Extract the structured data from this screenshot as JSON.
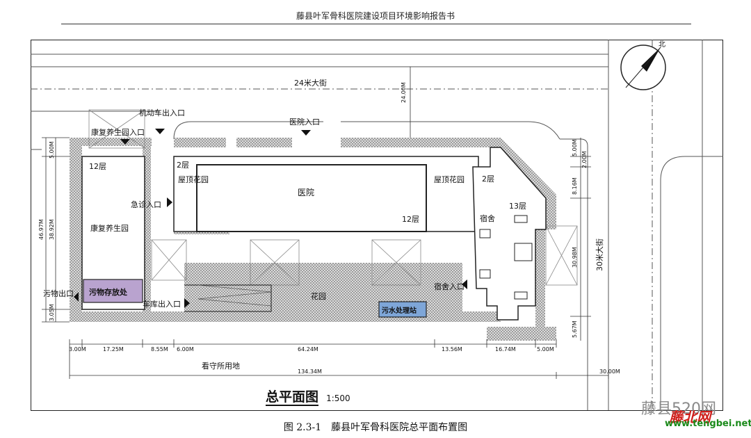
{
  "header": {
    "title": "藤县叶军骨科医院建设项目环境影响报告书"
  },
  "street_top": "24米大街",
  "street_right": "30米大街",
  "north": "北",
  "entrances": {
    "vehicle": "机动车出入口",
    "rehab": "康复养生园入口",
    "hospital": "医院入口",
    "emergency": "急诊入口",
    "waste_exit": "污物出口",
    "parking": "车库出入口",
    "dorm": "宿舍入口"
  },
  "floors": {
    "f12_left": "12层",
    "f2_left": "2层",
    "f2_right": "2层",
    "f12_main": "12层",
    "f13": "13层"
  },
  "areas": {
    "rehab_garden": "康复养生园",
    "roof_garden_left": "屋顶花园",
    "roof_garden_right": "屋顶花园",
    "hospital": "医院",
    "dorm": "宿舍",
    "garden": "花园",
    "waste_storage": "污物存放处",
    "sewage_station": "污水处理站",
    "guard_land": "看守所用地"
  },
  "dims": {
    "v_24": "24.00M",
    "v_left_5": "5.00M",
    "v_left_4697": "46.97M",
    "v_left_3892": "38.92M",
    "v_left_305": "3.05M",
    "v_right_5": "5.00M",
    "v_right_2": "2.00M",
    "v_right_816": "8.16M",
    "v_right_3098": "30.98M",
    "v_right_567": "5.67M",
    "h_300": "3.00M",
    "h_1725": "17.25M",
    "h_855": "8.55M",
    "h_600": "6.00M",
    "h_6424": "64.24M",
    "h_1356": "13.56M",
    "h_1674": "16.74M",
    "h_500": "5.00M",
    "h_total": "134.34M",
    "h_3000": "30.00M"
  },
  "plan_title": "总平面图",
  "plan_scale": "1:500",
  "caption": "图 2.3-1　藤县叶军骨科医院总平面布置图",
  "watermark": {
    "text": "藤县520网",
    "logo": "藤北网",
    "url": "www.tengbei.net"
  },
  "colors": {
    "waste_fill": "#b9a3cf",
    "sewage_fill": "#7ea6d8",
    "dot_fill": "#9a9a9a",
    "line": "#222222"
  }
}
